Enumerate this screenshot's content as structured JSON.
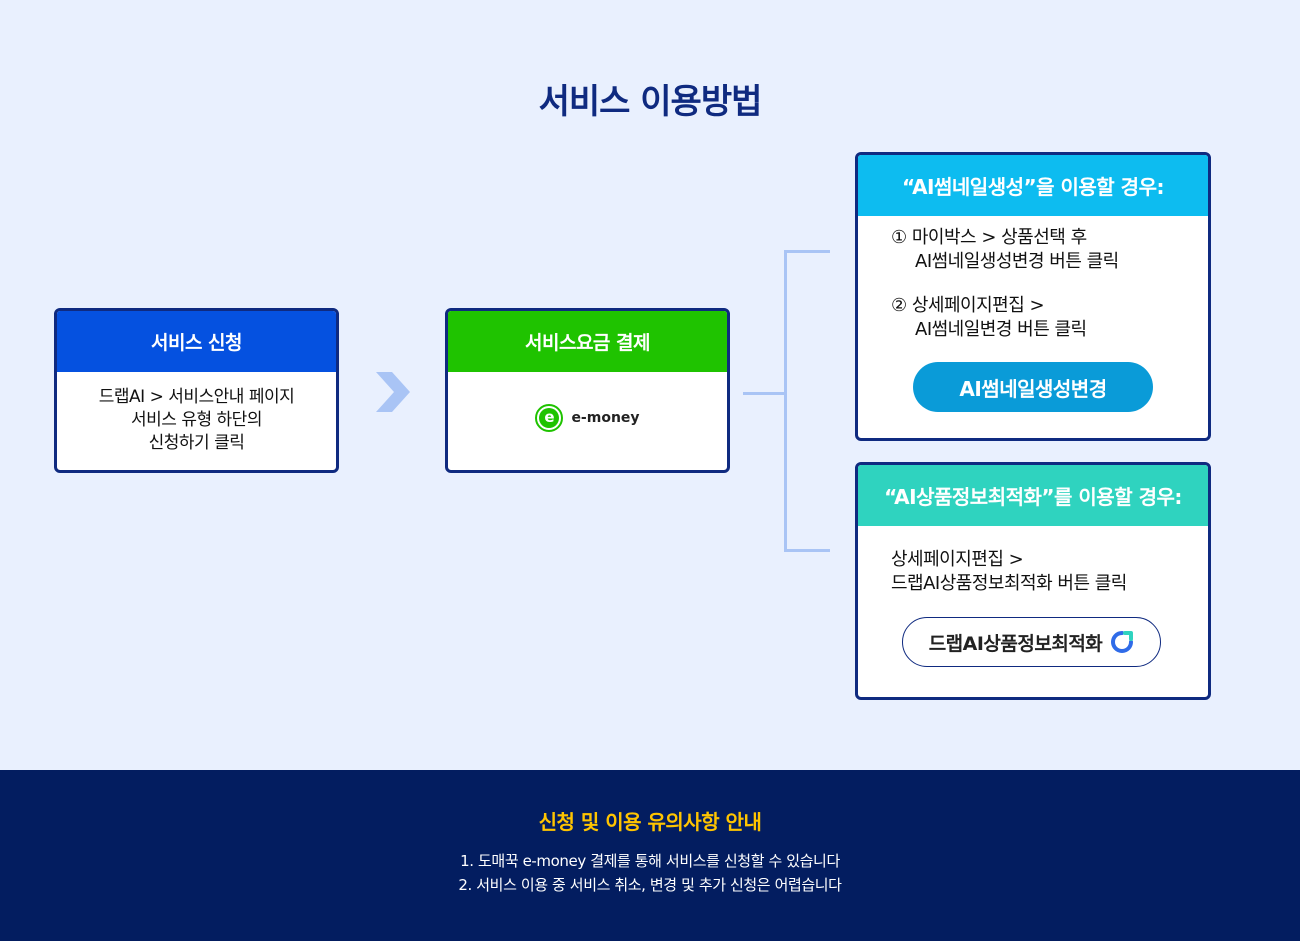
{
  "page_title": "서비스 이용방법",
  "steps": {
    "apply": {
      "title": "서비스 신청",
      "lines": [
        "드랩AI > 서비스안내 페이지",
        "서비스 유형 하단의",
        "신청하기 클릭"
      ]
    },
    "payment": {
      "title": "서비스요금 결제",
      "emoney_icon_letter": "e",
      "emoney_label": "e-money"
    }
  },
  "case_thumbnail": {
    "title": "“AI썸네일생성”을 이용할 경우:",
    "step1_num_line": "① 마이박스 > 상품선택 후",
    "step1_line2": "AI썸네일생성변경 버튼 클릭",
    "step2_num_line": "② 상세페이지편집 >",
    "step2_line2": "AI썸네일변경 버튼 클릭",
    "button_label": "AI썸네일생성변경"
  },
  "case_optimize": {
    "title": "“AI상품정보최적화”를 이용할 경우:",
    "line1": "상세페이지편집 >",
    "line2": "드랩AI상품정보최적화 버튼 클릭",
    "button_label": "드랩AI상품정보최적화"
  },
  "notice": {
    "title": "신청 및 이용 유의사항 안내",
    "items": [
      "1. 도매꾹 e-money 결제를 통해 서비스를 신청할 수 있습니다",
      "2. 서비스 이용 중 서비스 취소, 변경 및 추가 신청은 어렵습니다"
    ]
  },
  "colors": {
    "navy": "#0f2a80",
    "apply_blue": "#0551e0",
    "payment_green": "#1fc300",
    "thumbnail_cyan": "#0dbcf0",
    "optimize_teal": "#2fd3bf",
    "notice_yellow": "#ffc400",
    "footer_bg": "#031d60"
  }
}
